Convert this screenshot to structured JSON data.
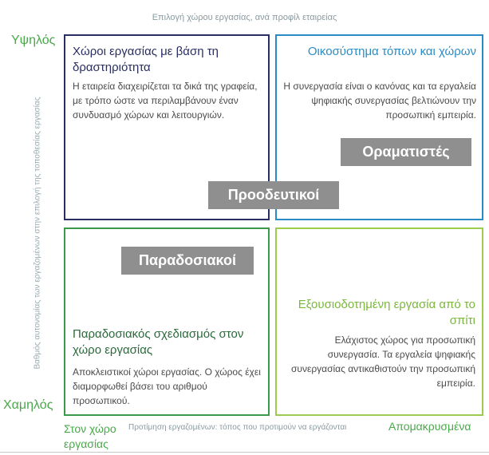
{
  "top_caption": "Επιλογή χώρου εργασίας, ανά προφίλ εταιρείας",
  "y_axis": {
    "high": "Υψηλός",
    "low": "Χαμηλός",
    "title": "Βαθμός αυτονομίας των εργαζομένων στην επιλογή της τοποθεσίας εργασίας"
  },
  "x_axis": {
    "left": "Στον χώρο εργασίας",
    "title": "Προτίμηση εργαζομένων: τόπος που προτιμούν να εργάζονται",
    "right": "Απομακρυσμένα"
  },
  "quadrants": {
    "top_left": {
      "title": "Χώροι εργασίας με βάση τη δραστηριότητα",
      "text": "Η εταιρεία διαχειρίζεται τα δικά της γραφεία, με τρόπο ώστε να περιλαμβάνουν έναν συνδυασμό χώρων και λειτουργιών."
    },
    "top_right": {
      "title": "Οικοσύστημα τόπων και χώρων",
      "text": "Η συνεργασία είναι ο κανόνας και τα εργαλεία ψηφιακής συνεργασίας βελτιώνουν την προσωπική εμπειρία."
    },
    "bottom_left": {
      "title": "Παραδοσιακός σχεδιασμός στον χώρο εργασίας",
      "text": "Αποκλειστικοί χώροι εργασίας. Ο χώρος έχει διαμορφωθεί βάσει του αριθμού προσωπικού."
    },
    "bottom_right": {
      "title": "Εξουσιοδοτημένη εργασία από το σπίτι",
      "text": "Ελάχιστος χώρος για προσωπική συνεργασία. Τα εργαλεία ψηφιακής συνεργασίας αντικαθιστούν την προσωπική εμπειρία."
    }
  },
  "badges": {
    "visionaries": "Οραματιστές",
    "progressives": "Προοδευτικοί",
    "traditional": "Παραδοσιακοί"
  },
  "colors": {
    "axis_green": "#4aa84a",
    "top_left_border": "#2a2f63",
    "top_right_border": "#2a8cc4",
    "bottom_left_border": "#3a9a4a",
    "bottom_right_border": "#9ccc4c",
    "badge_gray": "#8f8f8f"
  }
}
